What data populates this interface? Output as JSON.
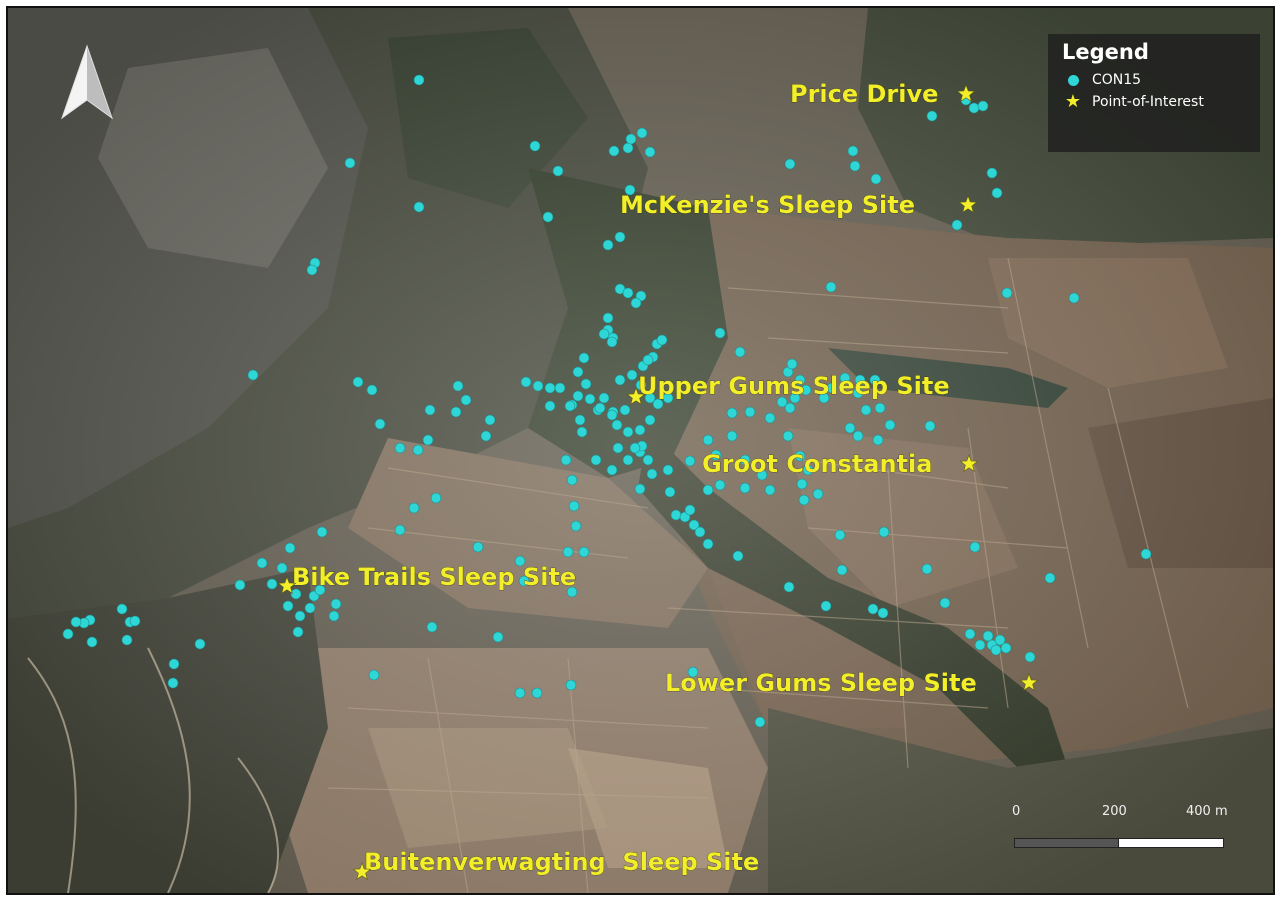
{
  "legend": {
    "title": "Legend",
    "items": [
      {
        "label": "CON15",
        "symbol": "dot",
        "color": "#2fd6d6"
      },
      {
        "label": "Point-of-Interest",
        "symbol": "star",
        "color": "#f2ee2a"
      }
    ]
  },
  "scale_bar": {
    "labels": [
      "0",
      "200",
      "400 m"
    ],
    "segment_colors": [
      "#555555",
      "#ffffff"
    ]
  },
  "north_arrow": {
    "icon": "north-arrow-icon"
  },
  "points_of_interest": [
    {
      "id": "price-drive",
      "name": "Price Drive"
    },
    {
      "id": "mckenzies",
      "name": "McKenzie's Sleep Site"
    },
    {
      "id": "upper-gums",
      "name": "Upper Gums Sleep Site"
    },
    {
      "id": "groot-constantia",
      "name": "Groot Constantia"
    },
    {
      "id": "bike-trails",
      "name": "Bike Trails Sleep Site"
    },
    {
      "id": "lower-gums",
      "name": "Lower Gums Sleep Site"
    },
    {
      "id": "buitenverwagting",
      "name": "Buitenverwagting  Sleep Site"
    }
  ],
  "colors": {
    "con15": "#2fd6d6",
    "poi": "#f2ee2a"
  }
}
